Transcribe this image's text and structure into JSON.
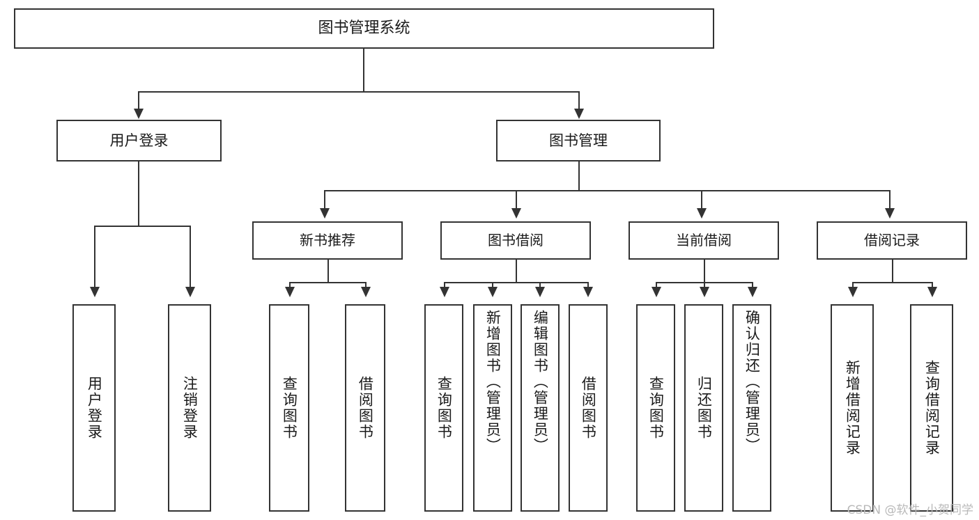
{
  "diagram": {
    "type": "tree",
    "title": "图书管理系统",
    "root": {
      "label": "图书管理系统"
    },
    "level1": [
      {
        "label": "用户登录"
      },
      {
        "label": "图书管理"
      }
    ],
    "level2": [
      {
        "label": "新书推荐"
      },
      {
        "label": "图书借阅"
      },
      {
        "label": "当前借阅"
      },
      {
        "label": "借阅记录"
      }
    ],
    "leaves": {
      "user_login": [
        {
          "label": "用户登录"
        },
        {
          "label": "注销登录"
        }
      ],
      "new_book_recommend": [
        {
          "label": "查询图书"
        },
        {
          "label": "借阅图书"
        }
      ],
      "book_borrow": [
        {
          "label": "查询图书"
        },
        {
          "label": "新增图书（管理员）"
        },
        {
          "label": "编辑图书（管理员）"
        },
        {
          "label": "借阅图书"
        }
      ],
      "current_borrow": [
        {
          "label": "查询图书"
        },
        {
          "label": "归还图书"
        },
        {
          "label": "确认归还（管理员）"
        }
      ],
      "borrow_record": [
        {
          "label": "新增借阅记录"
        },
        {
          "label": "查询借阅记录"
        }
      ]
    }
  },
  "watermark": {
    "text": "CSDN @软件_小贺同学"
  },
  "colors": {
    "stroke": "#333333",
    "fill": "#ffffff",
    "text": "#1a1a1a",
    "watermark": "#b9b9b9"
  }
}
